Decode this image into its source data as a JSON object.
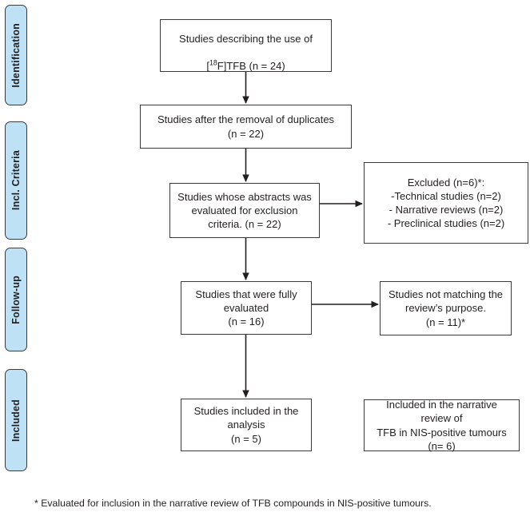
{
  "diagram": {
    "type": "prisma-flow-diagram",
    "title": "PRISMA study selection flow diagram",
    "colors": {
      "stage_fill": "#bfe1f6",
      "stage_border": "#3b3b3b",
      "box_fill": "#ffffff",
      "box_border": "#3a3a3a",
      "text": "#231f20",
      "connector": "#231f20"
    }
  },
  "stages": [
    {
      "id": "identification",
      "label": "Identification"
    },
    {
      "id": "incl-criteria",
      "label": "Incl. Criteria"
    },
    {
      "id": "follow-up",
      "label": "Follow-up"
    },
    {
      "id": "included",
      "label": "Included"
    }
  ],
  "boxes": {
    "identification": {
      "line1": "Studies describing the use of",
      "line2_prefix": "[",
      "line2_superscript": "18",
      "line2_suffix": "F]TFB (n = 24)",
      "count": 24
    },
    "duplicates": {
      "text": "Studies after the removal of duplicates\n(n = 22)",
      "count": 22
    },
    "abstracts": {
      "text": "Studies whose abstracts was\nevaluated for exclusion\ncriteria. (n = 22)",
      "count": 22
    },
    "excluded": {
      "text": "Excluded (n=6)*:\n-Technical studies (n=2)\n- Narrative reviews (n=2)\n- Preclinical studies (n=2)",
      "count": 6,
      "reasons": [
        {
          "label": "Technical studies",
          "count": 2
        },
        {
          "label": "Narrative reviews",
          "count": 2
        },
        {
          "label": "Preclinical studies",
          "count": 2
        }
      ]
    },
    "fully_evaluated": {
      "text": "Studies that were fully\nevaluated\n(n = 16)",
      "count": 16
    },
    "not_matching": {
      "text": "Studies not matching the\nreview’s purpose.\n(n = 11)*",
      "count": 11
    },
    "analysis": {
      "text": "Studies included in the\nanalysis\n(n = 5)",
      "count": 5
    },
    "narrative": {
      "text": "Included in the narrative review of\nTFB in NIS-positive tumours\n(n= 6)",
      "count": 6
    }
  },
  "footnote": {
    "text": "* Evaluated for inclusion in the narrative review of TFB compounds in NIS-positive tumours."
  }
}
